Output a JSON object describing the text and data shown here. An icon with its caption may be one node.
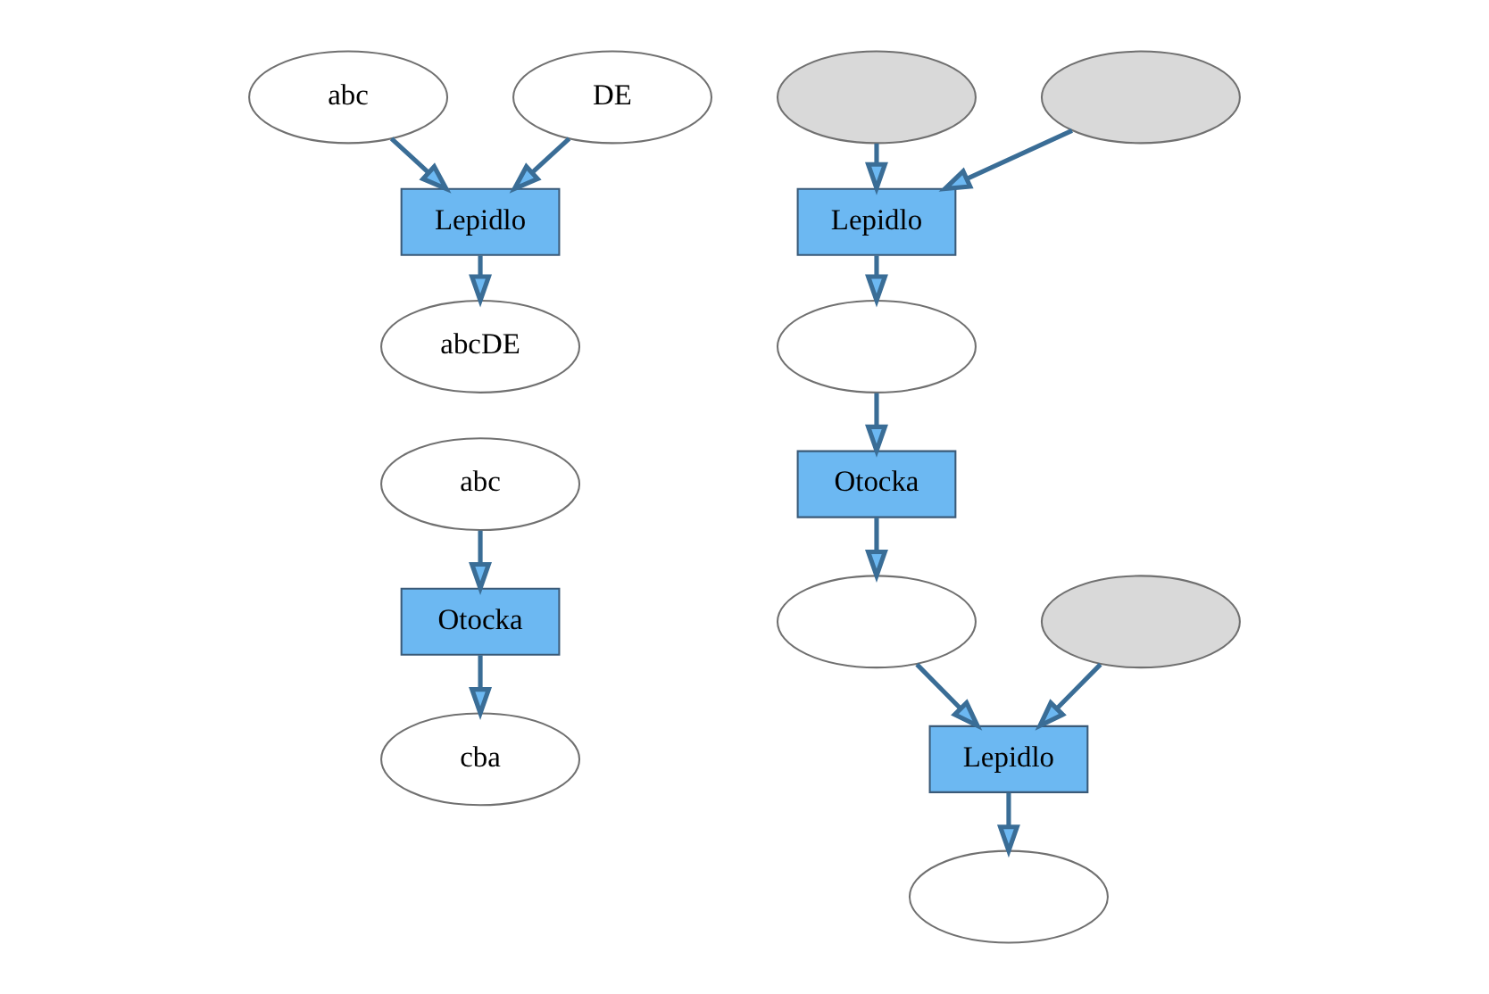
{
  "diagram": {
    "nodes": [
      {
        "text": [
          "abc"
        ]
      },
      {
        "text": [
          "DE"
        ]
      },
      {
        "text": [
          "Lepidlo"
        ]
      },
      {
        "text": [
          "abcDE"
        ]
      },
      {
        "text": [
          "abc"
        ]
      },
      {
        "text": [
          "Otocka"
        ]
      },
      {
        "text": [
          "cba"
        ]
      },
      {
        "text": [],
        "shape": "ellipse"
      },
      {
        "text": [],
        "shape": "ellipse"
      },
      {
        "text": [
          "Lepidlo"
        ]
      },
      {
        "text": [],
        "shape": "ellipse"
      },
      {
        "text": [
          "Otocka"
        ]
      },
      {
        "text": [],
        "shape": "ellipse"
      },
      {
        "text": [],
        "shape": "ellipse"
      },
      {
        "text": [
          "Lepidlo"
        ]
      },
      {
        "text": [],
        "shape": "ellipse"
      }
    ],
    "edges": [
      {
        "from": 0,
        "to": 2,
        "arrow": "to"
      },
      {
        "from": 1,
        "to": 2,
        "arrow": "to"
      },
      {
        "from": 2,
        "to": 3,
        "arrow": "to"
      },
      {
        "from": 4,
        "to": 5,
        "arrow": "to"
      },
      {
        "from": 5,
        "to": 6,
        "arrow": "to"
      },
      {
        "from": 7,
        "to": 9,
        "arrow": "to"
      },
      {
        "from": 8,
        "to": 9,
        "arrow": "to"
      },
      {
        "from": 9,
        "to": 10,
        "arrow": "to"
      },
      {
        "from": 10,
        "to": 11,
        "arrow": "to"
      },
      {
        "from": 11,
        "to": 12,
        "arrow": "to"
      },
      {
        "from": 12,
        "to": 14,
        "arrow": "to"
      },
      {
        "from": 13,
        "to": 14,
        "arrow": "to"
      },
      {
        "from": 14,
        "to": 15,
        "arrow": "to"
      }
    ]
  }
}
